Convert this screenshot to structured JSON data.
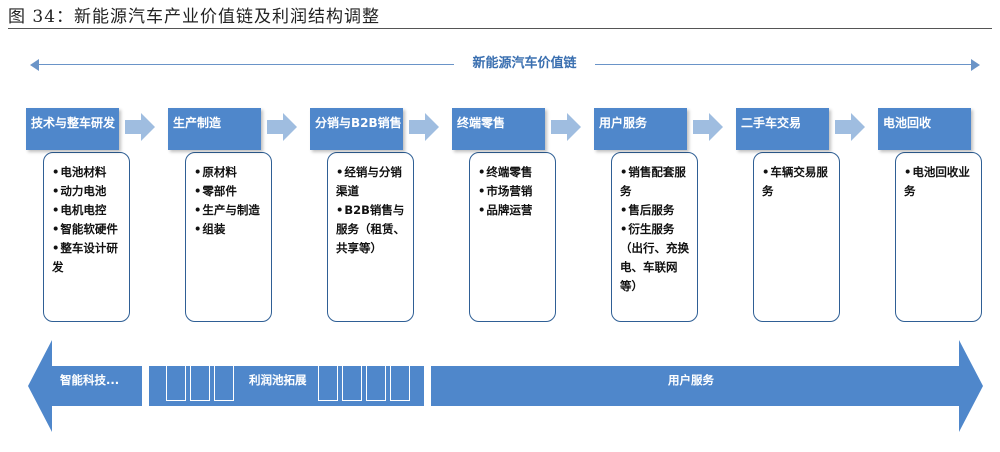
{
  "figure": {
    "title": "图 34：新能源汽车产业价值链及利润结构调整"
  },
  "value_chain": {
    "label": "新能源汽车价值链"
  },
  "stages": [
    {
      "title": "技术与整车研发",
      "items": [
        "电池材料",
        "动力电池",
        "电机电控",
        "智能软硬件",
        "整车设计研发"
      ]
    },
    {
      "title": "生产制造",
      "items": [
        "原材料",
        "零部件",
        "生产与制造",
        "组装"
      ]
    },
    {
      "title": "分销与B2B销售",
      "items": [
        "经销与分销渠道",
        "B2B销售与服务（租赁、共享等）"
      ]
    },
    {
      "title": "终端零售",
      "items": [
        "终端零售",
        "市场营销",
        "品牌运营"
      ]
    },
    {
      "title": "用户服务",
      "items": [
        "销售配套服务",
        "售后服务",
        "衍生服务（出行、充换电、车联网等）"
      ]
    },
    {
      "title": "二手车交易",
      "items": [
        "车辆交易服务"
      ]
    },
    {
      "title": "电池回收",
      "items": [
        "电池回收业务"
      ]
    }
  ],
  "profit_bar": {
    "segments": [
      {
        "label": "智能科技..."
      },
      {
        "label": "利润池拓展"
      },
      {
        "label": "用户服务"
      }
    ]
  },
  "colors": {
    "header": "#4f87cb",
    "box_border": "#2f5f95",
    "arrow": "#9fbde0",
    "bar": "#4f87cb",
    "chain": "#6a94c8"
  }
}
